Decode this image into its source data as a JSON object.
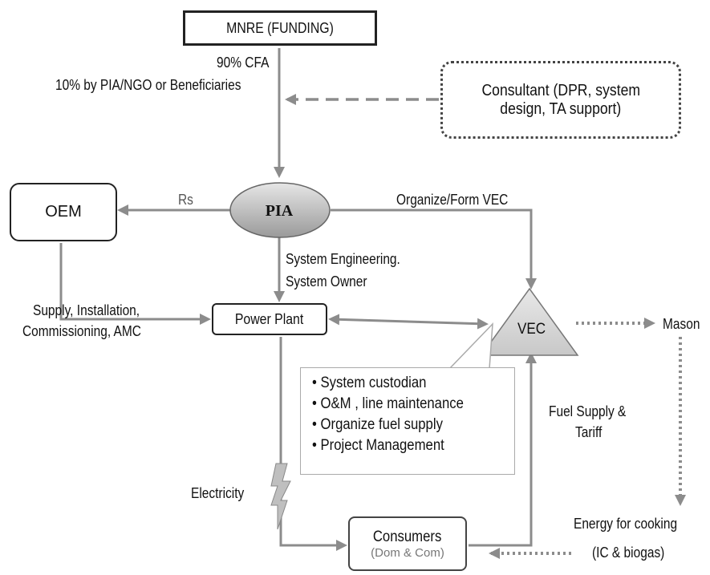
{
  "nodes": {
    "mnre": "MNRE (FUNDING)",
    "consultant_line1": "Consultant (DPR, system",
    "consultant_line2": "design, TA support)",
    "pia": "PIA",
    "oem": "OEM",
    "power_plant": "Power Plant",
    "vec": "VEC",
    "consumers": "Consumers",
    "consumers_sub": "(Dom & Com)",
    "mason": "Mason"
  },
  "edge_labels": {
    "cfa": "90% CFA",
    "share": "10% by PIA/NGO or Beneficiaries",
    "rs": "Rs",
    "organize": "Organize/Form VEC",
    "sys_eng": "System Engineering.",
    "sys_owner": "System Owner",
    "supply1": "Supply, Installation,",
    "supply2": "Commissioning, AMC",
    "electricity": "Electricity",
    "fuel1": "Fuel Supply  &",
    "fuel2": "Tariff",
    "energy1": "Energy for cooking",
    "energy2": "(IC & biogas)"
  },
  "vec_roles": [
    "System custodian",
    "O&M , line maintenance",
    "Organize fuel supply",
    "Project Management"
  ],
  "colors": {
    "arrow": "#8c8c8c",
    "pia_fill": "#bdbdbd",
    "vec_fill": "#d6d6d6"
  }
}
